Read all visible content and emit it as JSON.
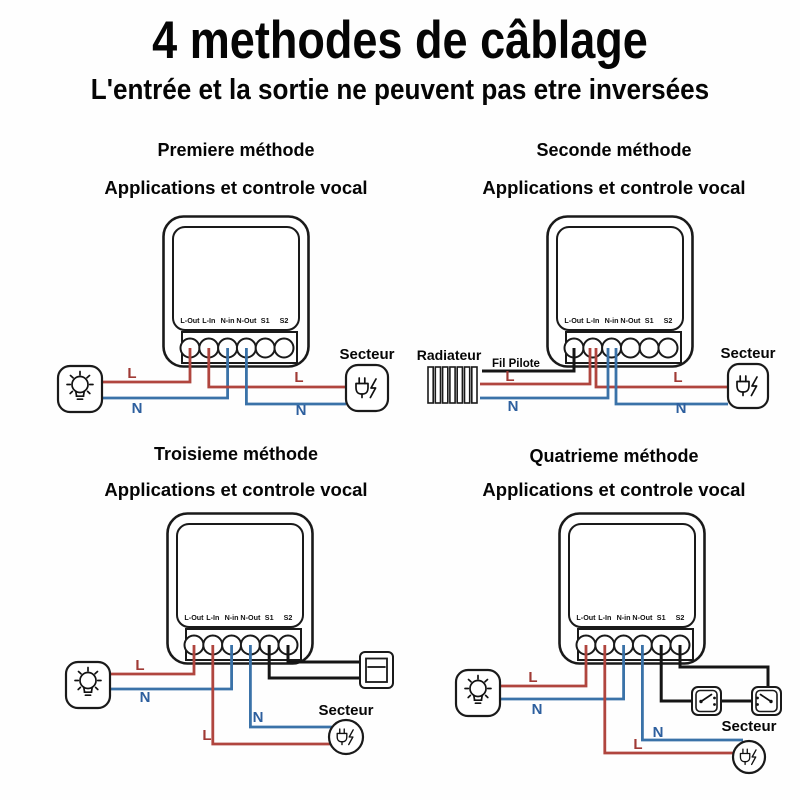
{
  "title": "4 methodes de câblage",
  "subtitle": "L'entrée et la sortie ne peuvent pas etre inversées",
  "device": {
    "terminal_labels": [
      "L-Out",
      "L-In",
      "N-in",
      "N-Out",
      "S1",
      "S2"
    ]
  },
  "labels": {
    "live": "L",
    "neutral": "N",
    "mains": "Secteur",
    "radiator": "Radiateur",
    "pilot_wire": "Fil Pilote"
  },
  "methods": [
    {
      "name": "Premiere méthode",
      "description": "Applications et controle vocal"
    },
    {
      "name": "Seconde méthode",
      "description": "Applications et controle vocal"
    },
    {
      "name": "Troisieme méthode",
      "description": "Applications et controle vocal"
    },
    {
      "name": "Quatrieme méthode",
      "description": "Applications et controle vocal"
    }
  ],
  "colors": {
    "live": "#b0453e",
    "neutral": "#3a72a8",
    "black": "#151515",
    "label_live": "#a03a35",
    "label_neutral": "#2d5f9e"
  }
}
